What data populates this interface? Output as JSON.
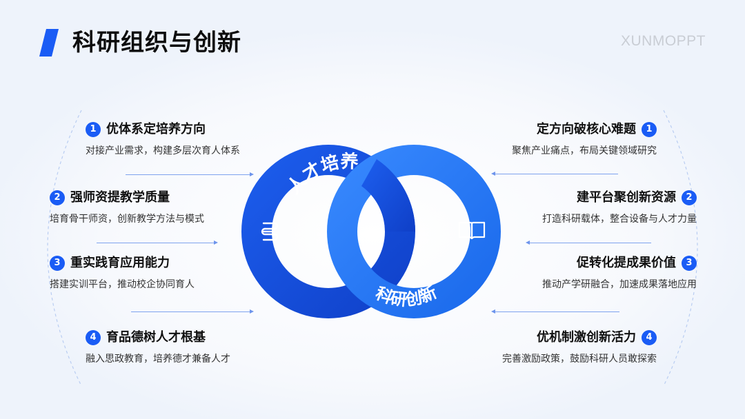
{
  "header": {
    "title": "科研组织与创新",
    "watermark": "XUNMOPPT"
  },
  "center": {
    "left_ring_label": "人才培养",
    "right_ring_label": "科研创新",
    "left_icon": "layers-icon",
    "right_icon": "book-icon",
    "colors": {
      "left_ring": "#1448d8",
      "right_ring": "#1f72f0",
      "accent": "#1a5cf5"
    }
  },
  "left_items": [
    {
      "num": "1",
      "title": "优体系定培养方向",
      "desc": "对接产业需求，构建多层次育人体系"
    },
    {
      "num": "2",
      "title": "强师资提教学质量",
      "desc": "培育骨干师资，创新教学方法与模式"
    },
    {
      "num": "3",
      "title": "重实践育应用能力",
      "desc": "搭建实训平台，推动校企协同育人"
    },
    {
      "num": "4",
      "title": "育品德树人才根基",
      "desc": "融入思政教育，培养德才兼备人才"
    }
  ],
  "right_items": [
    {
      "num": "1",
      "title": "定方向破核心难题",
      "desc": "聚焦产业痛点，布局关键领域研究"
    },
    {
      "num": "2",
      "title": "建平台聚创新资源",
      "desc": "打造科研载体，整合设备与人才力量"
    },
    {
      "num": "3",
      "title": "促转化提成果价值",
      "desc": "推动产学研融合，加速成果落地应用"
    },
    {
      "num": "4",
      "title": "优机制激创新活力",
      "desc": "完善激励政策，鼓励科研人员敢探索"
    }
  ]
}
